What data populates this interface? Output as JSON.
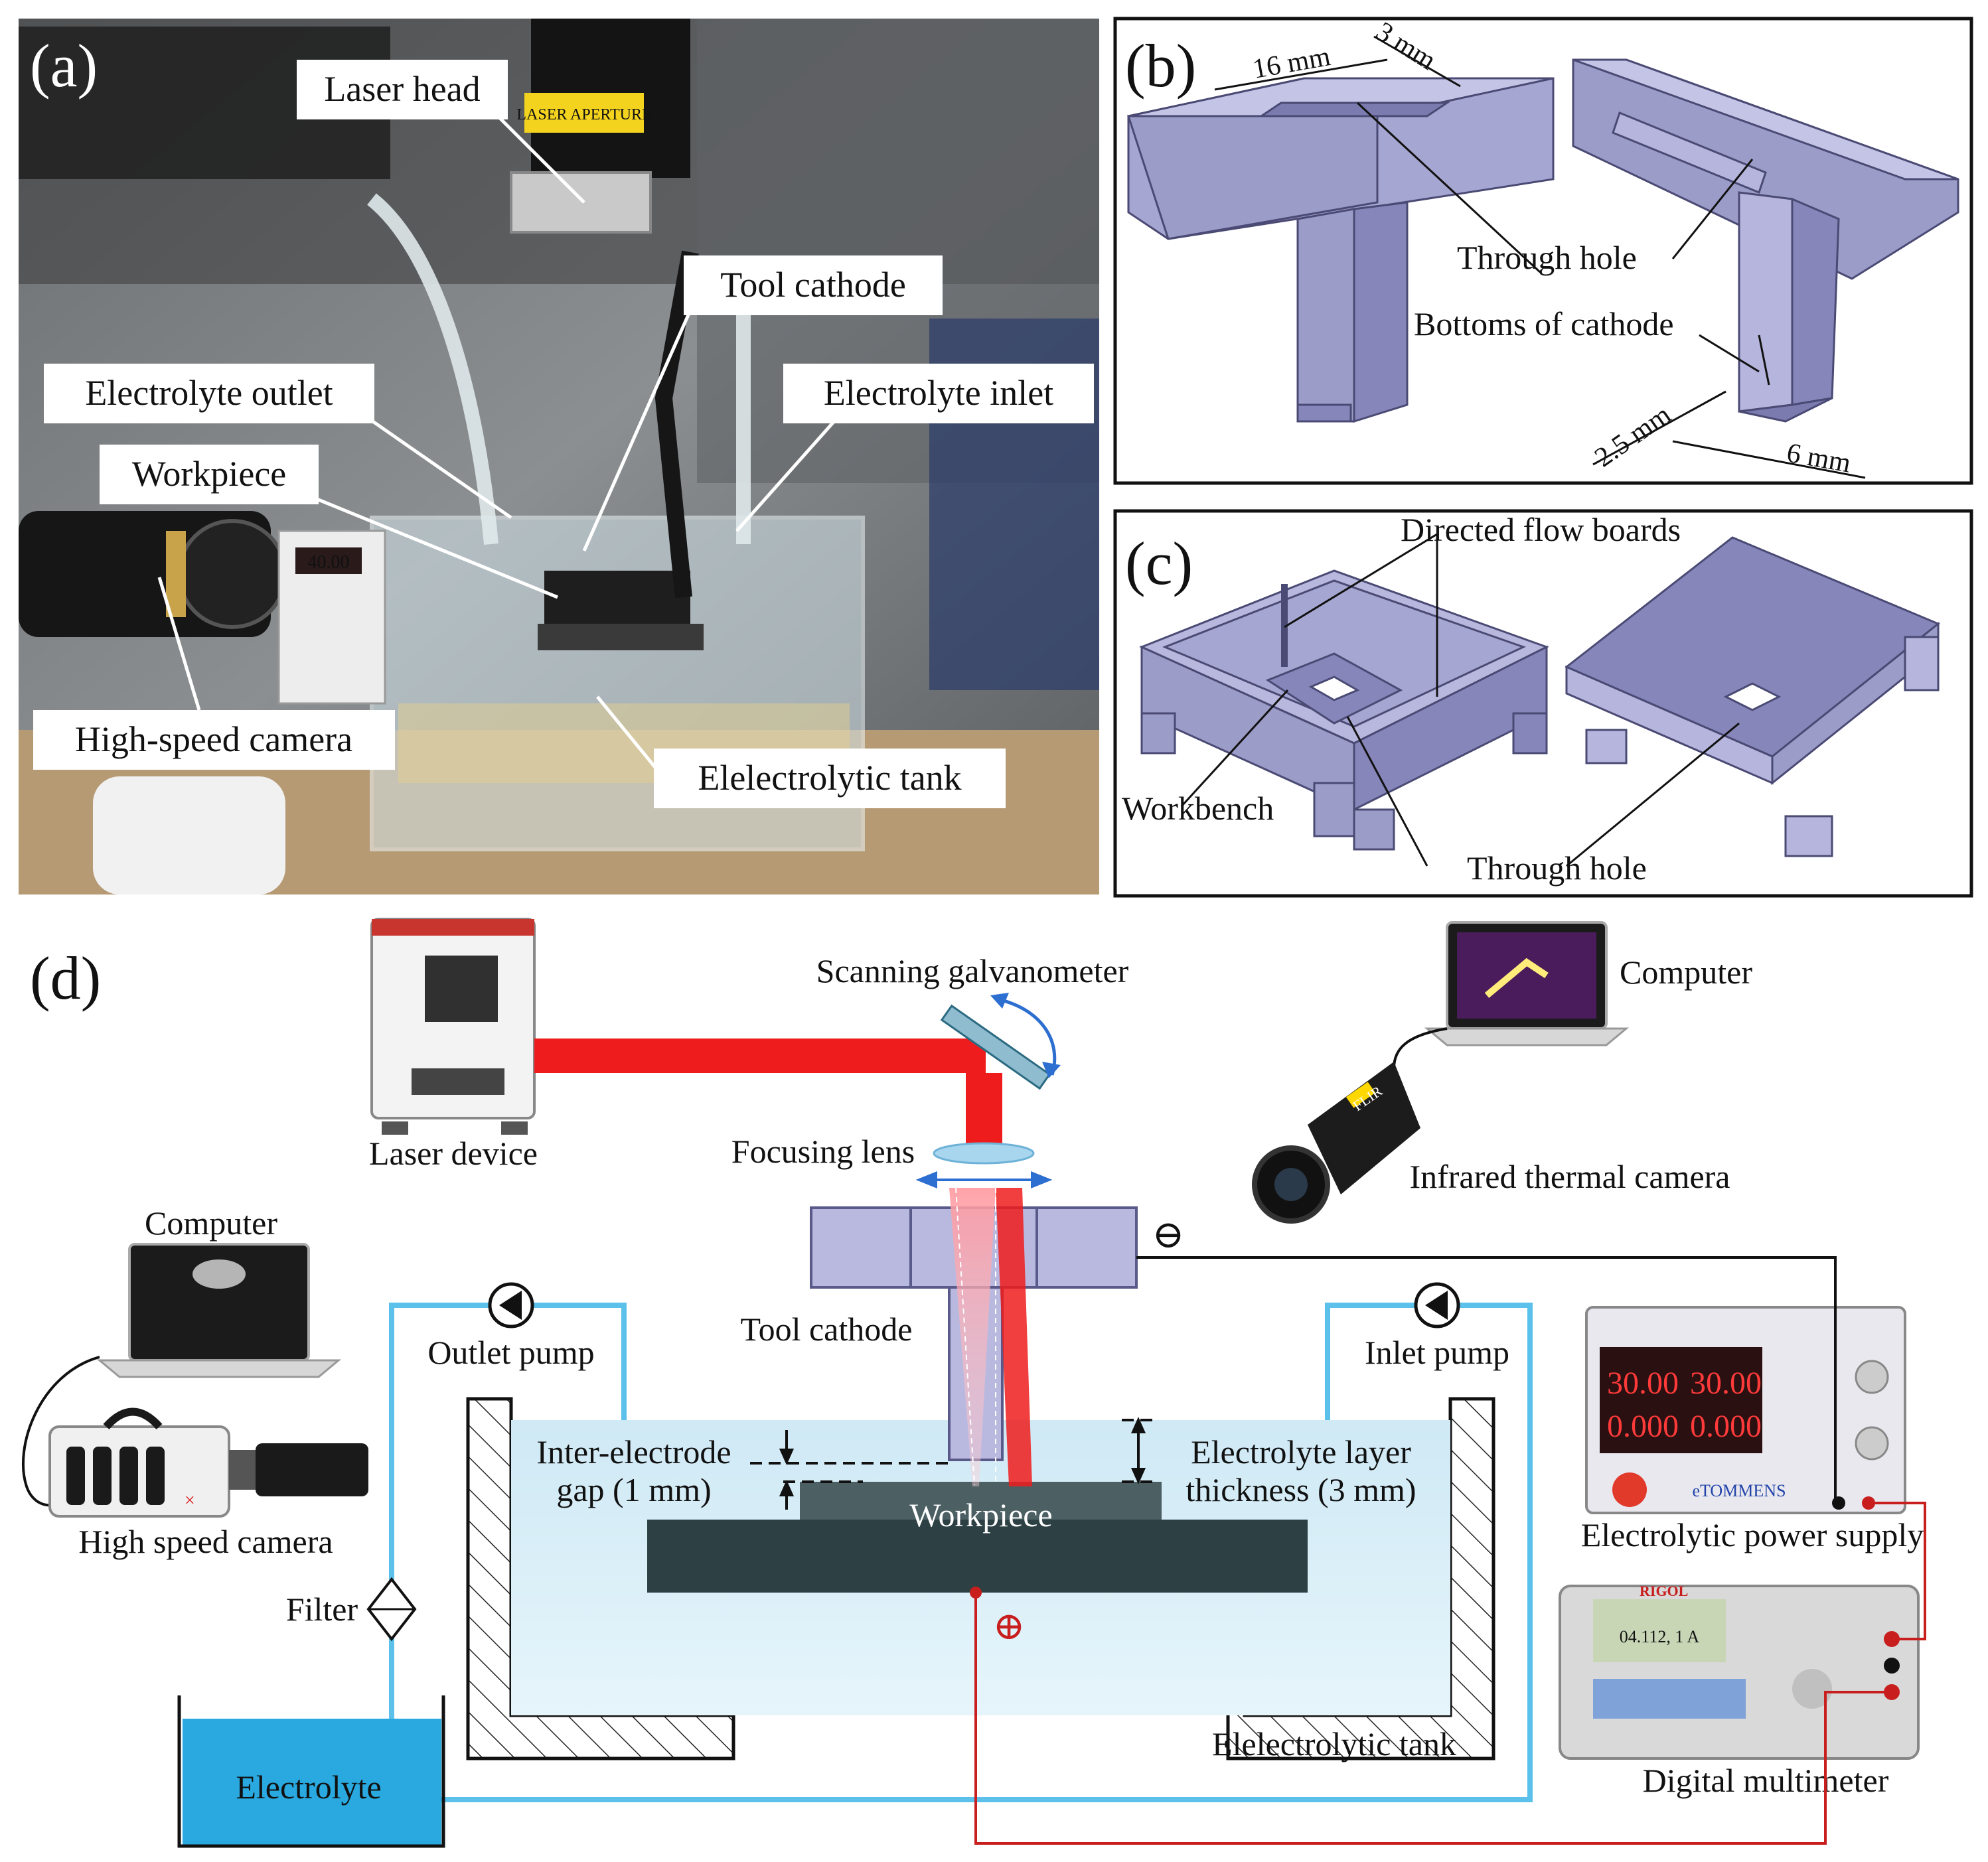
{
  "panels": {
    "a": "(a)",
    "b": "(b)",
    "c": "(c)",
    "d": "(d)"
  },
  "photo_a": {
    "laser_head": "Laser head",
    "tool_cathode": "Tool cathode",
    "electrolyte_outlet": "Electrolyte outlet",
    "electrolyte_inlet": "Electrolyte inlet",
    "workpiece": "Workpiece",
    "high_speed_camera": "High-speed camera",
    "tank": "Elelectrolytic tank",
    "aperture_tag": "LASER APERTURE",
    "pump_display": "40.00"
  },
  "panel_b": {
    "dim_16": "16 mm",
    "dim_3": "3 mm",
    "through_hole": "Through hole",
    "bottoms": "Bottoms of cathode",
    "dim_2_5": "2.5 mm",
    "dim_6": "6 mm"
  },
  "panel_c": {
    "directed_flow": "Directed flow boards",
    "workbench": "Workbench",
    "through_hole": "Through hole"
  },
  "panel_d": {
    "laser_device": "Laser device",
    "scanning_galvanometer": "Scanning galvanometer",
    "focusing_lens": "Focusing lens",
    "computer_right": "Computer",
    "infrared_camera": "Infrared thermal camera",
    "computer_left": "Computer",
    "high_speed_camera": "High speed camera",
    "tool_cathode": "Tool cathode",
    "outlet_pump": "Outlet pump",
    "inlet_pump": "Inlet pump",
    "gap_line1": "Inter-electrode",
    "gap_line2": "gap (1 mm)",
    "layer_line1": "Electrolyte layer",
    "layer_line2": "thickness (3 mm)",
    "workpiece": "Workpiece",
    "filter": "Filter",
    "electrolyte": "Electrolyte",
    "tank": "Elelectrolytic tank",
    "power_supply": "Electrolytic power supply",
    "multimeter": "Digital multimeter",
    "ps_readout_1": "30.00",
    "ps_readout_2": "30.00",
    "ps_readout_3": "0.000",
    "ps_readout_4": "0.000",
    "ps_brand": "eTOMMENS",
    "dmm_brand": "RIGOL",
    "dmm_readout": "04.112, 1 A",
    "flir_brand": "FLIR",
    "minus": "⊖",
    "plus": "⊕"
  },
  "colors": {
    "cathode": "#b9b9e0",
    "cathode_stroke": "#5a5a8a",
    "laser": "#ee1c1c",
    "pipe": "#5bc1ea",
    "electrolyte_fill": "#d6eef8",
    "reservoir": "#29a9df",
    "workpiece": "#3e5257",
    "positive": "#c81e1e",
    "cad_face": "#b6b6dc",
    "cad_side": "#8f8fc4"
  }
}
